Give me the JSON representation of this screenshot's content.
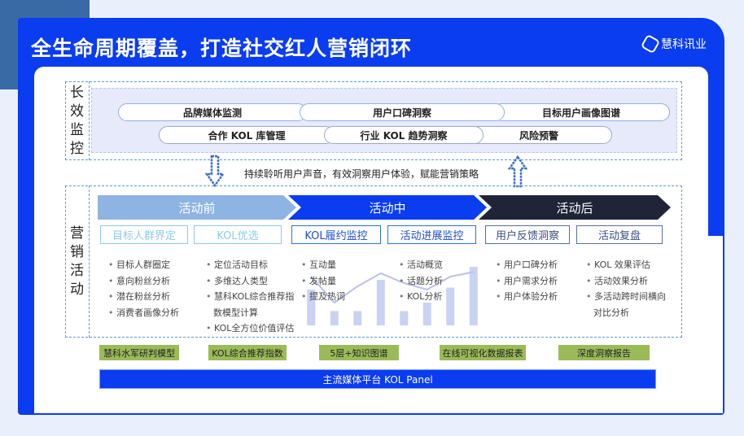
{
  "header": {
    "title": "全生命周期覆盖，打造社交红人营销闭环",
    "logo_text": "慧科讯业"
  },
  "monitor": {
    "label": [
      "长",
      "效",
      "监",
      "控"
    ],
    "row1": [
      "品牌媒体监测",
      "用户口碑洞察",
      "目标用户画像图谱"
    ],
    "row2": [
      "合作 KOL 库管理",
      "行业 KOL 趋势洞察",
      "风险预警"
    ],
    "caption": "持续聆听用户声音，有效洞察用户体验，赋能营销策略"
  },
  "marketing": {
    "label": [
      "营",
      "销",
      "活",
      "动"
    ],
    "phases": [
      {
        "label": "活动前",
        "color": "#8eb4e3"
      },
      {
        "label": "活动中",
        "color": "#0a3cf0"
      },
      {
        "label": "活动后",
        "color": "#1f2437"
      }
    ],
    "subs": [
      {
        "label": "目标人群界定",
        "color": "#8ecae6"
      },
      {
        "label": "KOL优选",
        "color": "#8ecae6"
      },
      {
        "label": "KOL履约监控",
        "color": "#2f6fe0"
      },
      {
        "label": "活动进展监控",
        "color": "#2f6fe0"
      },
      {
        "label": "用户反馈洞察",
        "color": "#5a6f9e"
      },
      {
        "label": "活动复盘",
        "color": "#5a6f9e"
      }
    ],
    "bullets": [
      [
        "目标人群圈定",
        "意向粉丝分析",
        "潜在粉丝分析",
        "消费者画像分析"
      ],
      [
        "定位活动目标",
        "多维达人类型",
        "慧科KOL综合推荐指",
        "数模型计算",
        "KOL全方位价值评估"
      ],
      [
        "互动量",
        "发帖量",
        "提及热词"
      ],
      [
        "活动概览",
        "话题分析",
        "KOL分析"
      ],
      [
        "用户口碑分析",
        "用户需求分析",
        "用户体验分析"
      ],
      [
        "KOL 效果评估",
        "活动效果分析",
        "多活动跨时间横向",
        "对比分析"
      ]
    ],
    "background_chart": {
      "bars": [
        0.55,
        0.22,
        0.22,
        0.7,
        0.22,
        0.35,
        0.58,
        0.9
      ],
      "line": [
        0.75,
        0.35,
        0.6,
        0.8,
        0.65,
        0.55,
        0.75,
        0.82
      ]
    }
  },
  "tools": [
    "慧科水军研判模型",
    "KOL综合推荐指数",
    "5层+知识图谱",
    "在线可视化数据报表",
    "深度洞察报告"
  ],
  "platform": "主流媒体平台 KOL Panel"
}
